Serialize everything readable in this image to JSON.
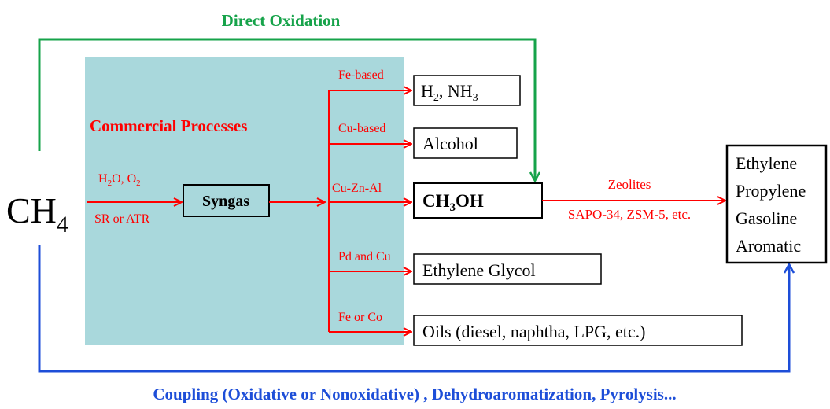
{
  "top_label": "Direct Oxidation",
  "bottom_label": "Coupling (Oxidative or Nonoxidative) , Dehydroaromatization, Pyrolysis...",
  "panel_title": "Commercial Processes",
  "source": {
    "main": "CH",
    "sub": "4"
  },
  "feed": {
    "above": {
      "a": "H",
      "a_sub": "2",
      "b": "O, O",
      "b_sub": "2"
    },
    "below": "SR or ATR"
  },
  "syngas": "Syngas",
  "catalysts": {
    "fe_based": "Fe-based",
    "cu_based": "Cu-based",
    "cu_zn_al": "Cu-Zn-Al",
    "pd_cu": "Pd and Cu",
    "fe_co": "Fe or Co"
  },
  "products": {
    "h2_nh3": {
      "a": "H",
      "a_sub": "2",
      "b": ", NH",
      "b_sub": "3"
    },
    "alcohol": "Alcohol",
    "methanol": {
      "a": "CH",
      "a_sub": "3",
      "b": "OH"
    },
    "glycol": "Ethylene Glycol",
    "oils": "Oils (diesel, naphtha, LPG, etc.)"
  },
  "zeolites": {
    "above": "Zeolites",
    "below": "SAPO-34, ZSM-5, etc."
  },
  "final_products": [
    "Ethylene",
    "Propylene",
    "Gasoline",
    "Aromatic"
  ],
  "colors": {
    "panel": "#a9d8dc",
    "red": "#ff0000",
    "green": "#16a34a",
    "blue": "#1d4ed8",
    "black": "#000000"
  }
}
